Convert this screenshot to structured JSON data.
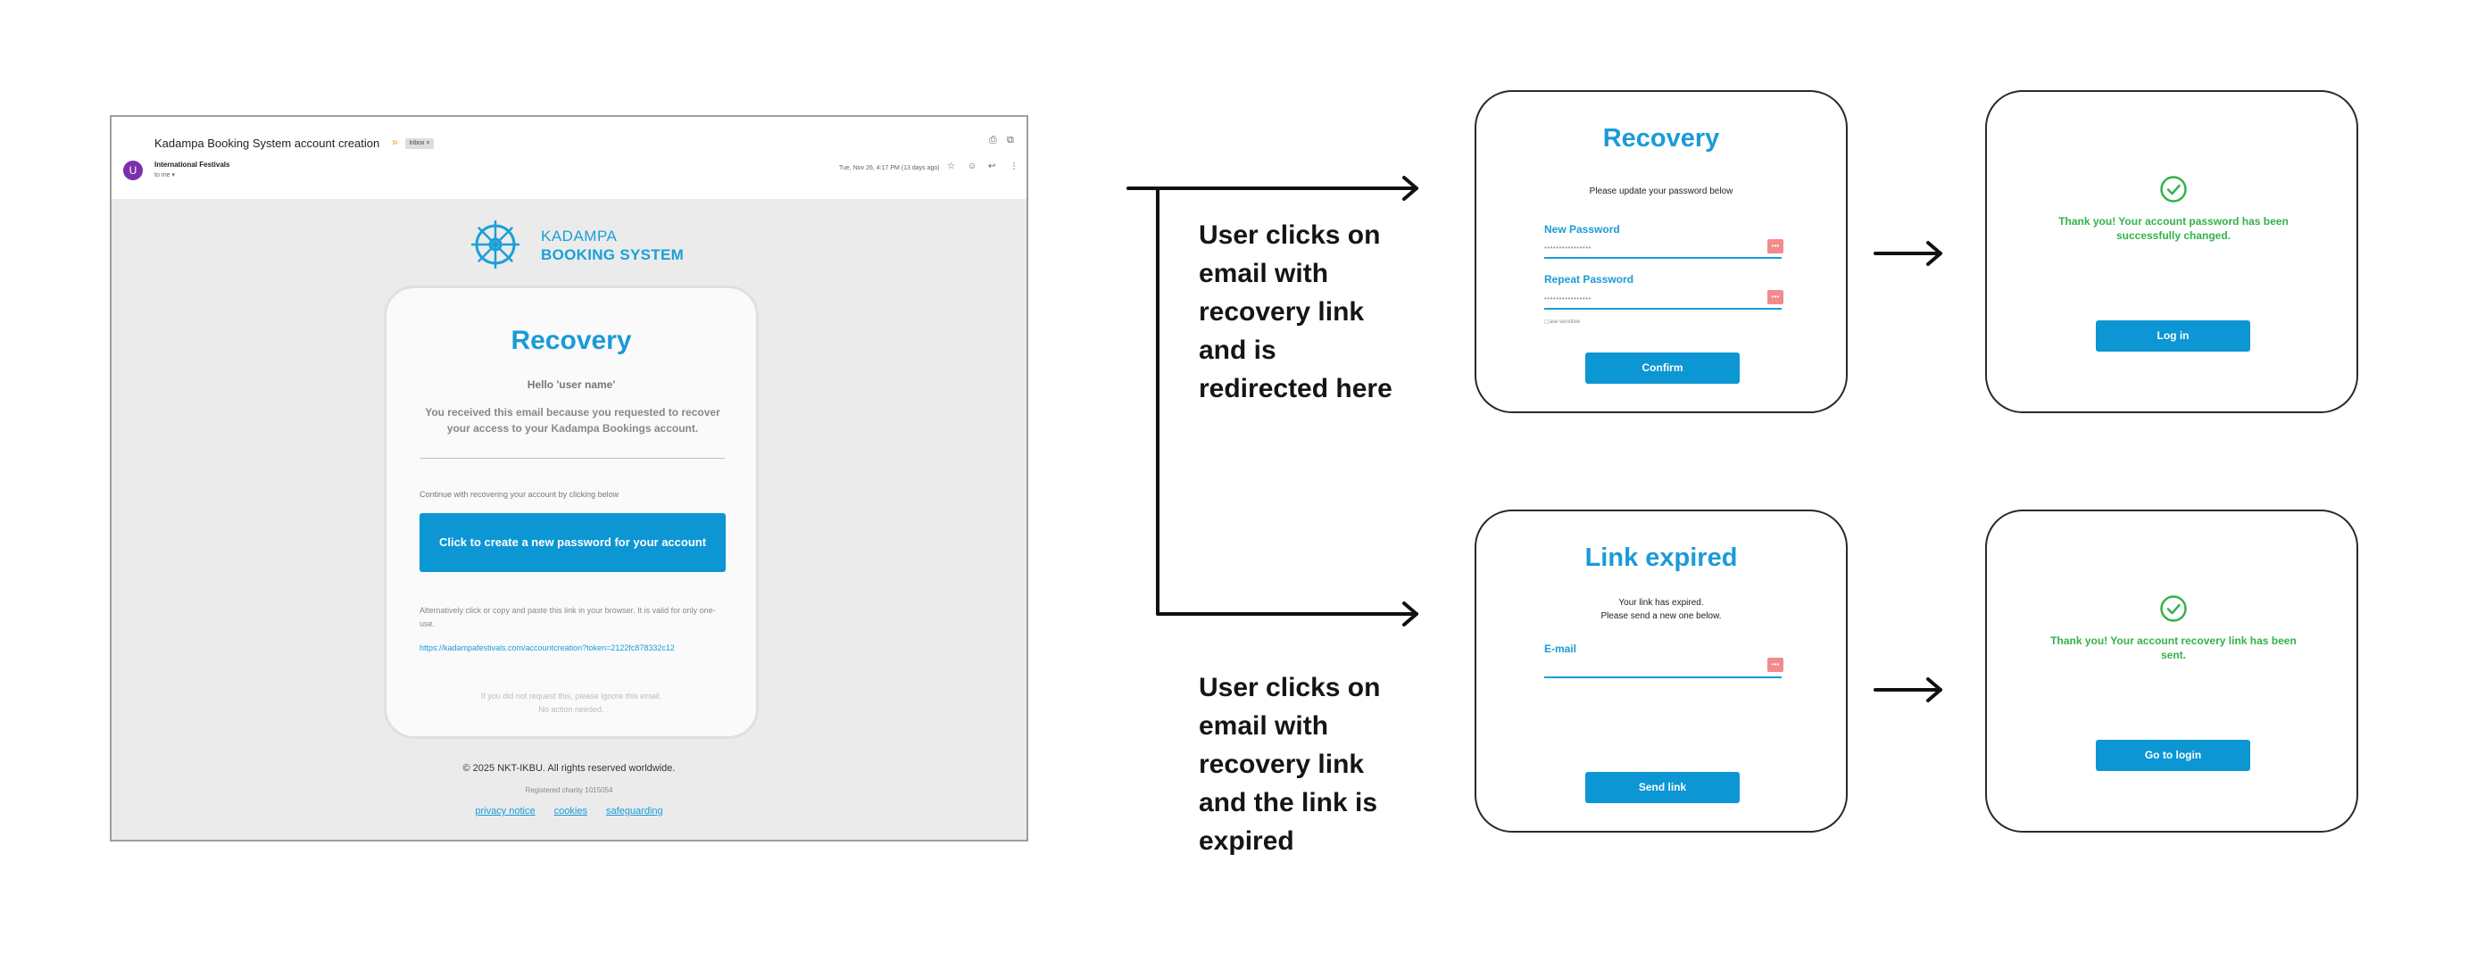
{
  "email": {
    "subject": "Kadampa Booking System account creation",
    "importance_icon": "arrow-right-icon",
    "inbox_chip": "Inbox ×",
    "avatar_letter": "U",
    "sender": "International Festivals",
    "to": "to me ▾",
    "date": "Tue, Nov 26, 4:17 PM (13 days ago)",
    "brand_line1": "KADAMPA",
    "brand_line2": "BOOKING SYSTEM",
    "card": {
      "title": "Recovery",
      "hello": "Hello 'user name'",
      "reason": "You received this email because you requested to recover your access to your  Kadampa Bookings account.",
      "continue": "Continue with recovering your account by clicking below",
      "cta": "Click to create a new password for your account",
      "alternative": "Alternatively click or copy and paste this link in your browser. It is valid for only one-use.",
      "link": "https://kadampafestivals.com/accountcreation?token=2122fc878332c12",
      "ignore_line1": "If you did not request this, please ignore this email.",
      "ignore_line2": "No action needed."
    },
    "footer": {
      "copyright": "© 2025 NKT-IKBU. All rights reserved worldwide.",
      "charity": "Registered charity 1015054",
      "links": [
        "privacy notice",
        "cookies",
        "safeguarding"
      ]
    }
  },
  "captions": {
    "top": [
      "User clicks on",
      "email with",
      "recovery link",
      "and is",
      "redirected here"
    ],
    "bottom": [
      "User clicks on",
      "email with",
      "recovery link",
      "and the link is",
      "expired"
    ]
  },
  "recovery_panel": {
    "title": "Recovery",
    "subtitle": "Please update your password below",
    "new_password_label": "New Password",
    "new_password_value": "••••••••••••••••",
    "repeat_password_label": "Repeat Password",
    "repeat_password_value": "••••••••••••••••",
    "case_note": "▢ase sensitive",
    "confirm": "Confirm"
  },
  "changed_panel": {
    "message": "Thank you! Your account password has been successfully changed.",
    "button": "Log in"
  },
  "expired_panel": {
    "title": "Link expired",
    "subtitle_line1": "Your link has expired.",
    "subtitle_line2": "Please send a new one below.",
    "email_label": "E-mail",
    "button": "Send link"
  },
  "sent_panel": {
    "message": "Thank you! Your account recovery link has been sent.",
    "button": "Go to login"
  },
  "colors": {
    "accent": "#1a9bd7",
    "button": "#0c96d4",
    "success": "#33b24a",
    "field_icon": "#f28b8b"
  }
}
